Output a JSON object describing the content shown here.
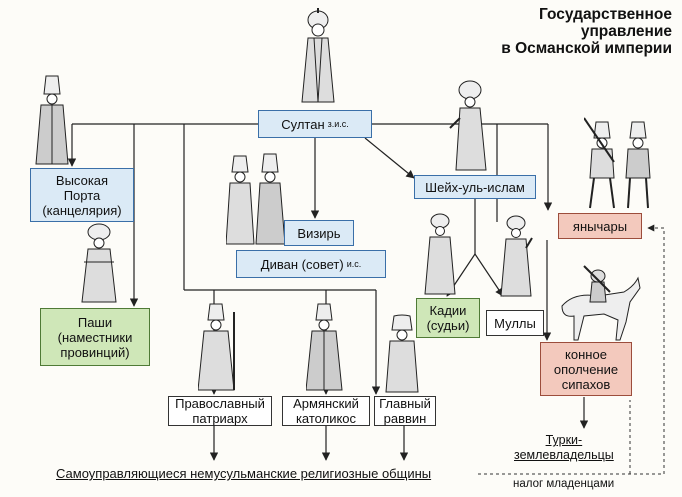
{
  "title": {
    "line1": "Государственное",
    "line2": "управление",
    "line3": "в Османской империи"
  },
  "nodes": {
    "sultan": {
      "label": "Султан",
      "note": "з.и.с."
    },
    "porta": {
      "line1": "Высокая",
      "line2": "Порта",
      "line3": "(канцелярия)"
    },
    "vizier": {
      "label": "Визирь"
    },
    "divan": {
      "label": "Диван (совет)",
      "note": "и.с."
    },
    "sheikh": {
      "label": "Шейх-уль-ислам"
    },
    "janissaries": {
      "label": "янычары"
    },
    "pashas": {
      "line1": "Паши",
      "line2": "(наместники",
      "line3": "провинций)"
    },
    "kadi": {
      "line1": "Кадии",
      "line2": "(судьи)"
    },
    "mullahs": {
      "label": "Муллы"
    },
    "cavalry": {
      "line1": "конное",
      "line2": "ополчение",
      "line3": "сипахов"
    },
    "orthodox": {
      "line1": "Православный",
      "line2": "патриарх"
    },
    "armenian": {
      "line1": "Армянский",
      "line2": "католикос"
    },
    "rabbi": {
      "line1": "Главный",
      "line2": "раввин"
    }
  },
  "labels": {
    "communities": "Самоуправляющиеся немусульманские религиозные общины",
    "landowners_line1": "Турки-",
    "landowners_line2": "землевладельцы",
    "child_tax": "налог младенцами"
  },
  "colors": {
    "blue_box": "#dbeaf6",
    "green_box": "#cfe7b8",
    "pink_box": "#f3c9bd",
    "line": "#222222"
  },
  "icons": [
    "sultan-figure",
    "grand-vizier-figure",
    "vizier-figure",
    "sheikh-figure",
    "pasha-figure",
    "kadi-figure",
    "mullah-figure",
    "janissary-figures",
    "sipahi-rider-figure",
    "patriarch-figure",
    "catholicos-figure",
    "rabbi-figure"
  ]
}
